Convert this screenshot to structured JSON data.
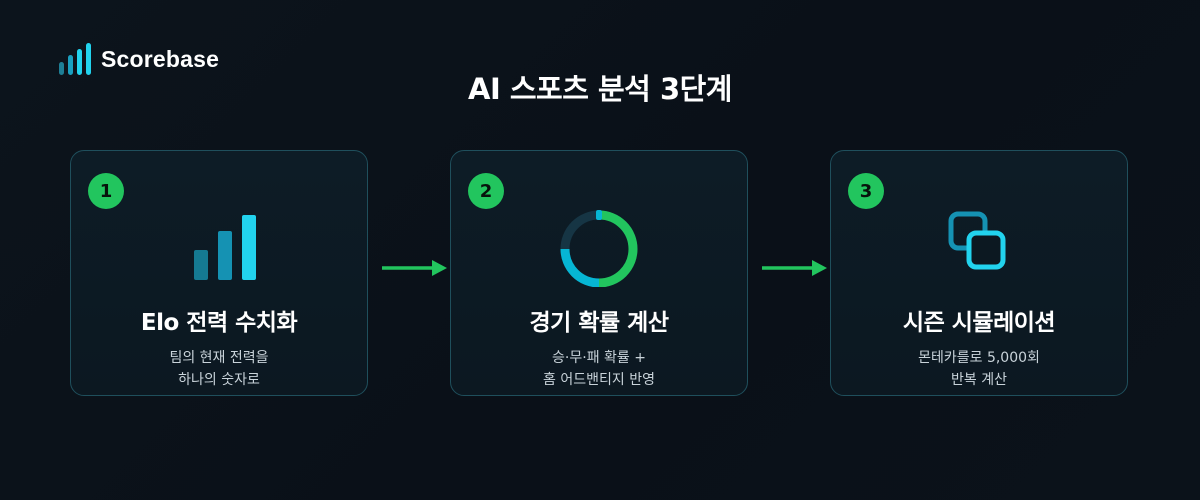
{
  "brand": {
    "name": "Scorebase",
    "icon": "signal-bars-icon",
    "colors": [
      "#1e7f96",
      "#1aa0c0",
      "#22d3ee"
    ]
  },
  "title": "AI 스포츠 분석 3단계",
  "colors": {
    "accent_green": "#22c55e",
    "accent_cyan": "#22d3ee",
    "bar_dark": "#157a92",
    "bar_mid": "#1592b3",
    "ring_blue": "#06b6d4",
    "ring_track": "#163544"
  },
  "steps": [
    {
      "number": "1",
      "title": "Elo 전력 수치화",
      "description": [
        "팀의 현재 전력을",
        "하나의 숫자로"
      ],
      "icon": "bar-chart-icon"
    },
    {
      "number": "2",
      "title": "경기 확률 계산",
      "description": [
        "승·무·패 확률 +",
        "홈 어드밴티지 반영"
      ],
      "icon": "donut-chart-icon"
    },
    {
      "number": "3",
      "title": "시즌 시뮬레이션",
      "description": [
        "몬테카를로 5,000회",
        "반복 계산"
      ],
      "icon": "layered-squares-icon"
    }
  ],
  "arrows": [
    "arrow-right-icon",
    "arrow-right-icon"
  ]
}
